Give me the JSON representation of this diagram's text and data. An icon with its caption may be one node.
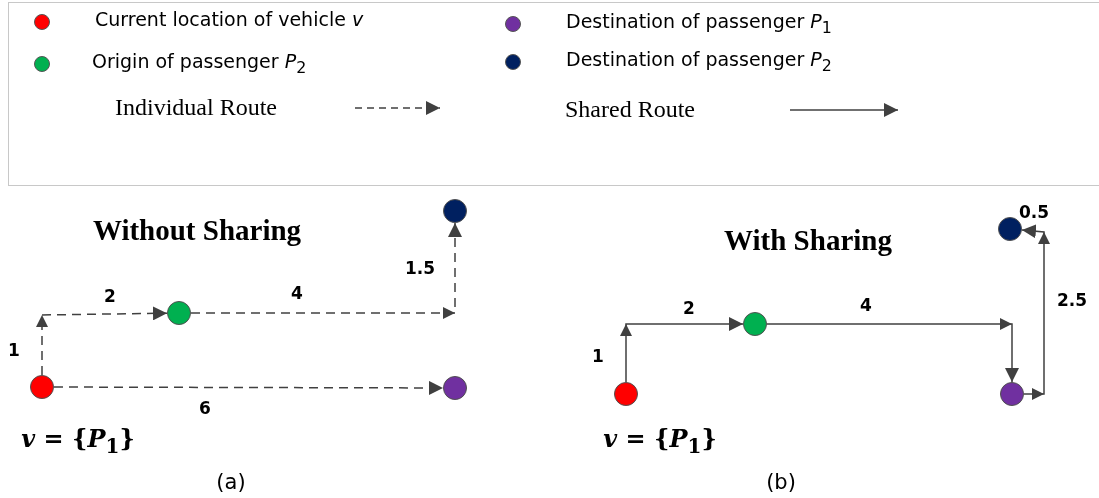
{
  "diagram": {
    "nodes": [
      {
        "text": [],
        "shape": "circle"
      },
      {
        "text": [],
        "shape": "circle"
      },
      {
        "text": [],
        "shape": "circle"
      },
      {
        "text": [],
        "shape": "circle"
      },
      {
        "text": [],
        "shape": "circle"
      },
      {
        "text": [],
        "shape": "circle"
      },
      {
        "text": [],
        "shape": "circle"
      },
      {
        "text": [],
        "shape": "circle"
      }
    ],
    "edges": [
      {
        "from": 0,
        "to": 1,
        "arrow": "to",
        "style": "dashed"
      },
      {
        "from": 1,
        "to": 2,
        "arrow": "to",
        "style": "dashed"
      },
      {
        "from": 0,
        "to": 3,
        "arrow": "to",
        "style": "dashed"
      },
      {
        "from": 4,
        "to": 5,
        "arrow": "to"
      },
      {
        "from": 5,
        "to": 7,
        "arrow": "to"
      },
      {
        "from": 7,
        "to": 6,
        "arrow": "to"
      }
    ],
    "labels": [
      "Without Sharing",
      "1.5",
      "2",
      "4",
      "1",
      "6",
      "*v* = {*P*$_{1}$}",
      "(a)",
      "With Sharing",
      "0.5",
      "2.5",
      "2",
      "4",
      "1",
      "*v* = {*P*$_{1}$}",
      "(b)"
    ],
    "legend": [
      {
        "text": "Current location of vehicle *v*",
        "color": "#ff0000"
      },
      {
        "text": "Destination of passenger *P*$_{1}$",
        "color": "#7030a0"
      },
      {
        "text": "Origin of passenger *P*$_{2}$",
        "color": "#00b050"
      },
      {
        "text": "Destination of passenger *P*$_{2}$",
        "color": "#002060"
      },
      {
        "text": "Individual Route"
      },
      {
        "text": "Shared Route"
      }
    ]
  }
}
